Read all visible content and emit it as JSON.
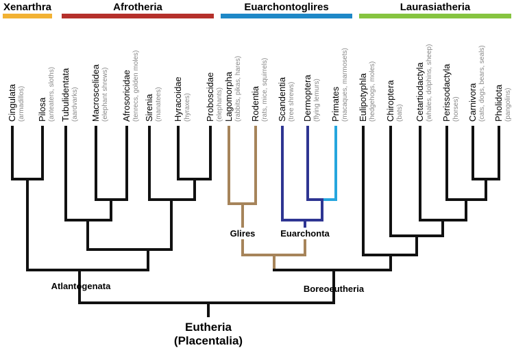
{
  "colors": {
    "xenarthra": "#F2B233",
    "afrotheria": "#B5302B",
    "euarchontoglires": "#1E88C7",
    "laurasiatheria": "#86C440",
    "branch": "#111111",
    "glires": "#A6845A",
    "euarchonta": "#2E3592",
    "primates": "#25A6DE",
    "common_name_text": "#888888"
  },
  "superorders": [
    {
      "key": "xenarthra",
      "name": "Xenarthra"
    },
    {
      "key": "afrotheria",
      "name": "Afrotheria"
    },
    {
      "key": "euarchontoglires",
      "name": "Euarchontoglires"
    },
    {
      "key": "laurasiatheria",
      "name": "Laurasiatheria"
    }
  ],
  "taxa": [
    {
      "name": "Cingulata",
      "common": "(armadillos)"
    },
    {
      "name": "Pilosa",
      "common": "(anteaters, sloths)"
    },
    {
      "name": "Tubulidentata",
      "common": "(aardvarks)"
    },
    {
      "name": "Macroscelidea",
      "common": "(elephant shrews)"
    },
    {
      "name": "Afrosoricidae",
      "common": "(tenrecs, golden moles)"
    },
    {
      "name": "Sirenia",
      "common": "(manatees)"
    },
    {
      "name": "Hyracoidae",
      "common": "(hyraxes)"
    },
    {
      "name": "Proboscidae",
      "common": "(elephants)"
    },
    {
      "name": "Lagomorpha",
      "common": "(rabbits, pikas, hares)"
    },
    {
      "name": "Rodentia",
      "common": "(rats, mice, squirrels)"
    },
    {
      "name": "Scandentia",
      "common": "(tree shrews)"
    },
    {
      "name": "Dermoptera",
      "common": "(flying lemurs)"
    },
    {
      "name": "Primates",
      "common": "(macaques, marmosets)"
    },
    {
      "name": "Eulipotyphla",
      "common": "(hedgehogs, moles)"
    },
    {
      "name": "Chiroptera",
      "common": "(bats)"
    },
    {
      "name": "Cetartiodactyla",
      "common": "(whales, dolphins, sheep)"
    },
    {
      "name": "Perissodactyla",
      "common": "(horses)"
    },
    {
      "name": "Carnivora",
      "common": "(cats, dogs, bears, seals)"
    },
    {
      "name": "Pholidota",
      "common": "(pangolins)"
    }
  ],
  "clades": {
    "glires": "Glires",
    "euarchonta": "Euarchonta",
    "atlantogenata": "Atlantogenata",
    "boreoeutheria": "Boreoeutheria",
    "root_line1": "Eutheria",
    "root_line2": "(Placentalia)"
  }
}
